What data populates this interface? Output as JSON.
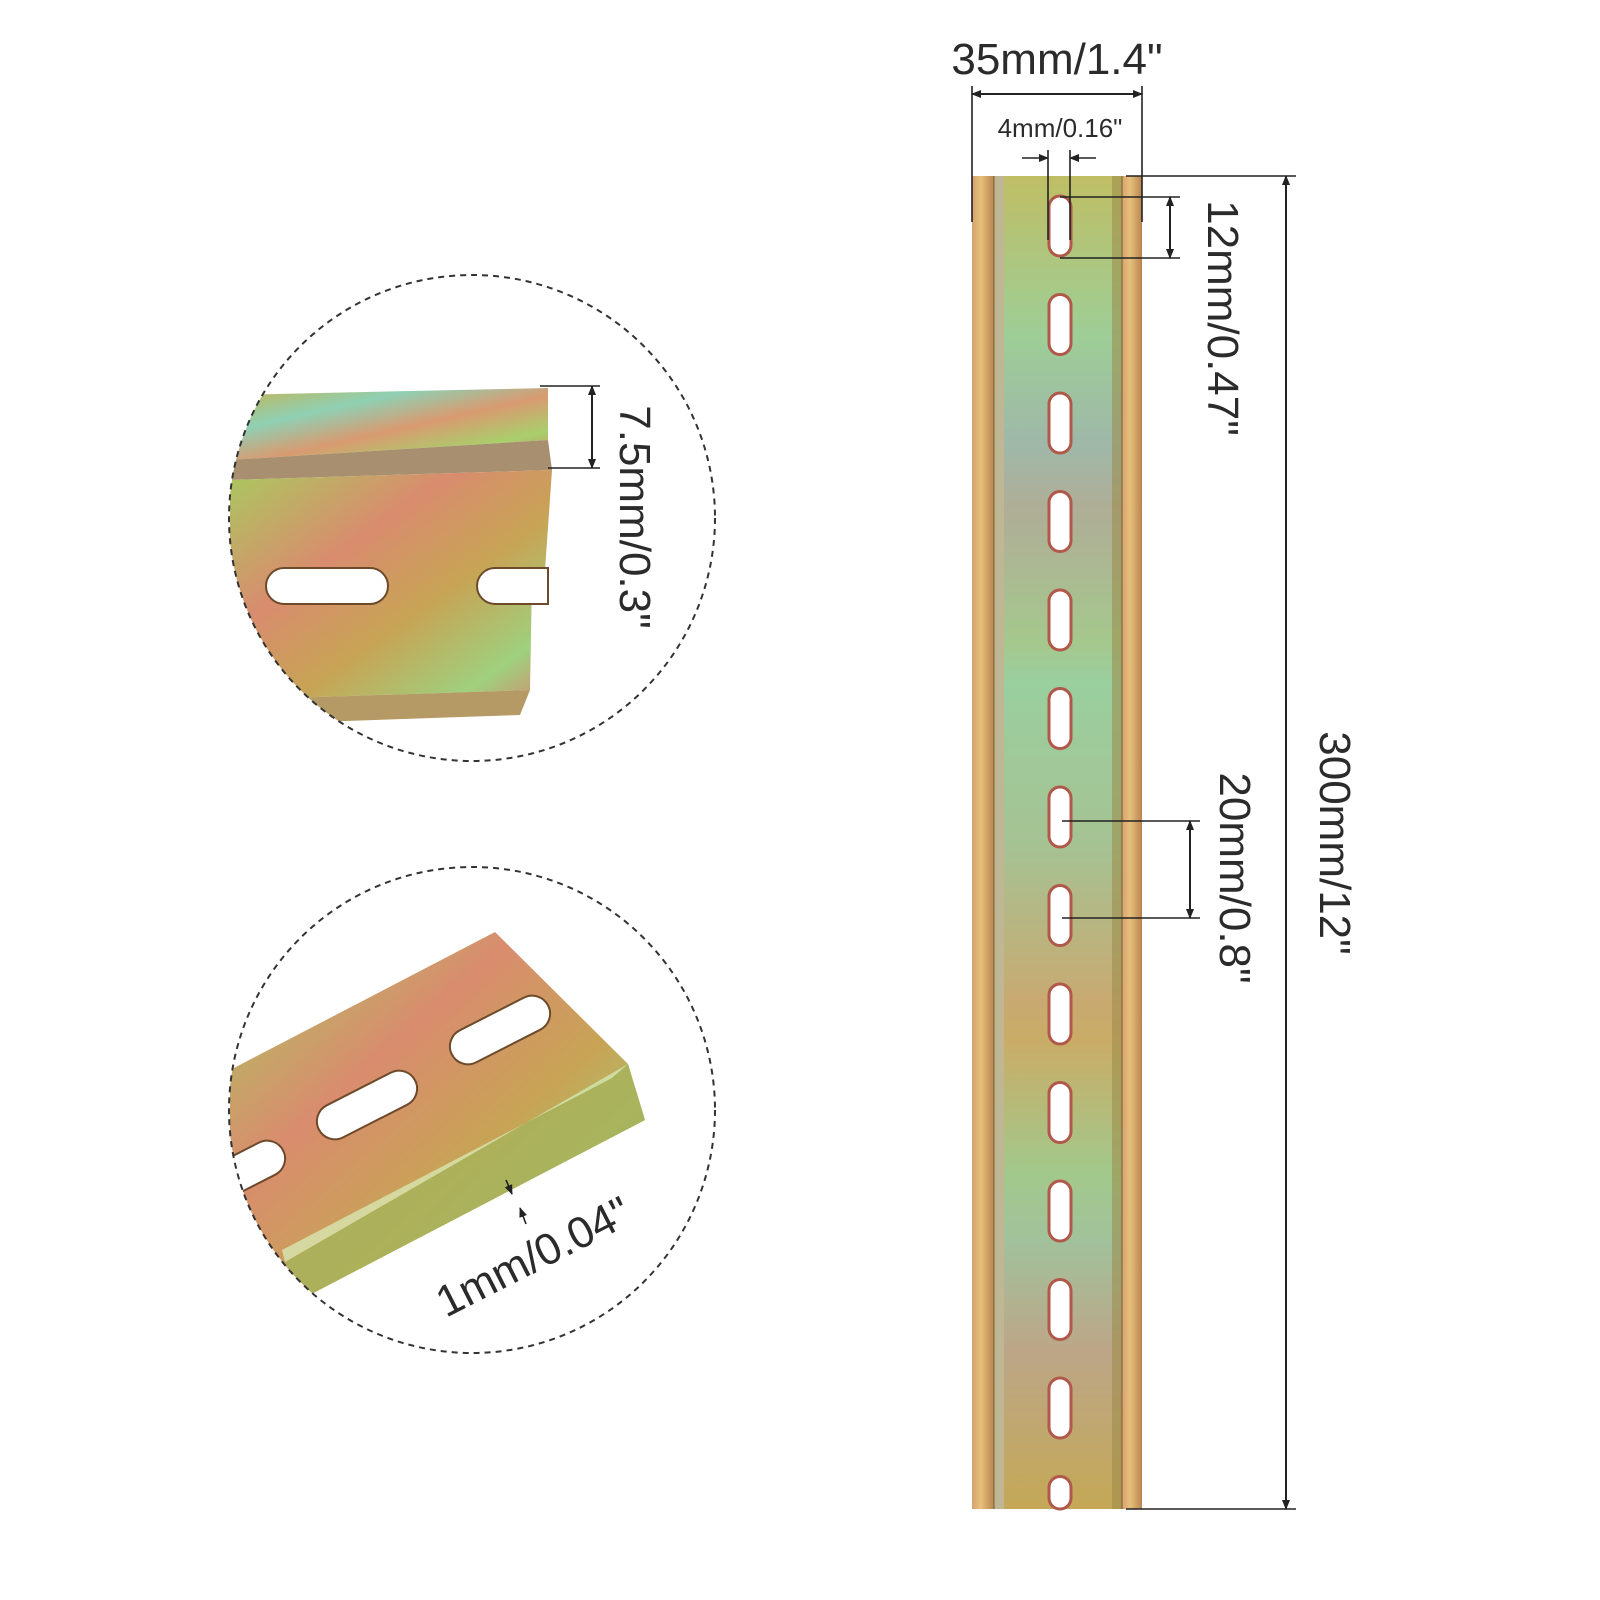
{
  "labels": {
    "width": "35mm/1.4\"",
    "slot_width": "4mm/0.16\"",
    "slot_length": "12mm/0.47\"",
    "slot_pitch": "20mm/0.8\"",
    "total_length": "300mm/12\"",
    "flange_depth": "7.5mm/0.3\"",
    "thickness": "1mm/0.04\""
  },
  "colors": {
    "metal_gold": "#c9a64a",
    "metal_pink": "#d98a78",
    "metal_green": "#9fcf6a",
    "metal_blue": "#7fc6c9",
    "line": "#222222"
  },
  "rail": {
    "slot_count": 14
  }
}
